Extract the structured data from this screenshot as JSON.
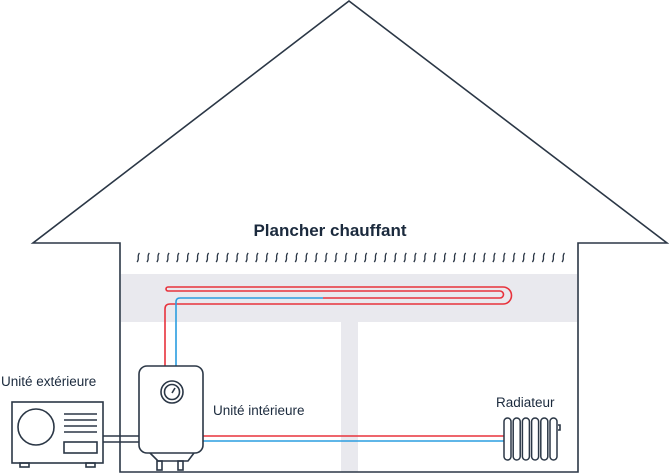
{
  "title": "Plancher chauffant",
  "labels": {
    "outdoor_unit": "Unité extérieure",
    "indoor_unit": "Unité intérieure",
    "radiator": "Radiateur"
  },
  "colors": {
    "outline": "#2b3746",
    "hot_pipe": "#e8323c",
    "cold_pipe": "#2a9de0",
    "slab": "#e9e9ee"
  },
  "heat_squiggle_count": 44,
  "radiator_fins": 6
}
